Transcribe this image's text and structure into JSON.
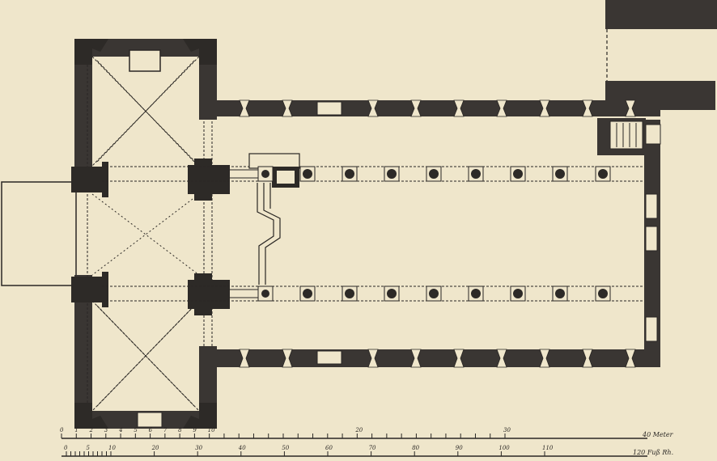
{
  "colors": {
    "paper": "#efe6cb",
    "ink": "#2a2724",
    "wall": "#3a3633",
    "pillar": "#2d2a27"
  },
  "scale": {
    "meters_label": "40 Meter",
    "meters_ticks": [
      "0",
      "1",
      "2",
      "3",
      "4",
      "5",
      "6",
      "7",
      "8",
      "9",
      "10",
      "",
      "",
      "",
      "",
      "",
      "",
      "",
      "",
      "",
      "20",
      "",
      "",
      "",
      "",
      "",
      "",
      "",
      "",
      "",
      "30"
    ],
    "feet_label": "120 Fuß Rh.",
    "feet_ticks": [
      "0",
      "",
      "",
      "",
      "",
      "5",
      "",
      "",
      "",
      "",
      "10",
      "20",
      "30",
      "40",
      "50",
      "60",
      "70",
      "80",
      "90",
      "100",
      "110"
    ]
  }
}
